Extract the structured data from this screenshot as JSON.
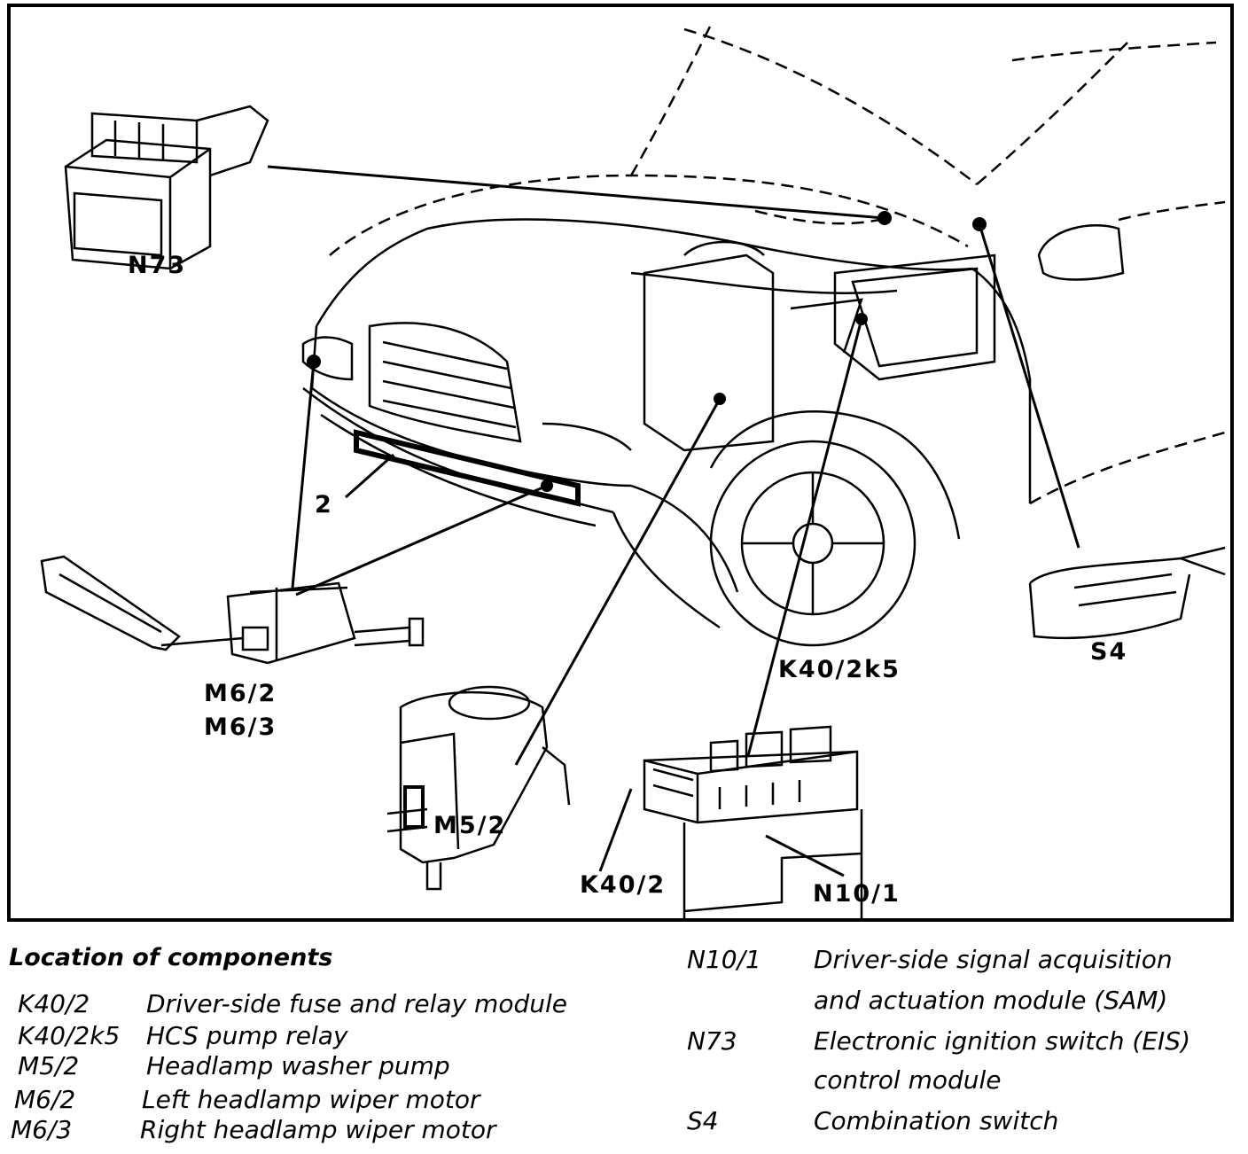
{
  "callouts": {
    "n73": "N73",
    "s4": "S4",
    "two": "2",
    "m62": "M6/2",
    "m63": "M6/3",
    "k402k5": "K40/2k5",
    "m52": "M5/2",
    "k402": "K40/2",
    "n101": "N10/1"
  },
  "legend": {
    "title": "Location of components",
    "items": [
      {
        "code": "K40/2",
        "desc": "Driver-side fuse and relay module"
      },
      {
        "code": "K40/2k5",
        "desc": "HCS pump relay"
      },
      {
        "code": "M5/2",
        "desc": "Headlamp washer pump"
      },
      {
        "code": "M6/2",
        "desc": "Left headlamp wiper motor"
      },
      {
        "code": "M6/3",
        "desc": "Right headlamp wiper motor"
      },
      {
        "code": "N10/1",
        "desc": "Driver-side signal acquisition",
        "desc2": "and actuation module (SAM)"
      },
      {
        "code": "N73",
        "desc": "Electronic ignition switch (EIS)",
        "desc2": "control module"
      },
      {
        "code": "S4",
        "desc": "Combination switch"
      }
    ]
  }
}
